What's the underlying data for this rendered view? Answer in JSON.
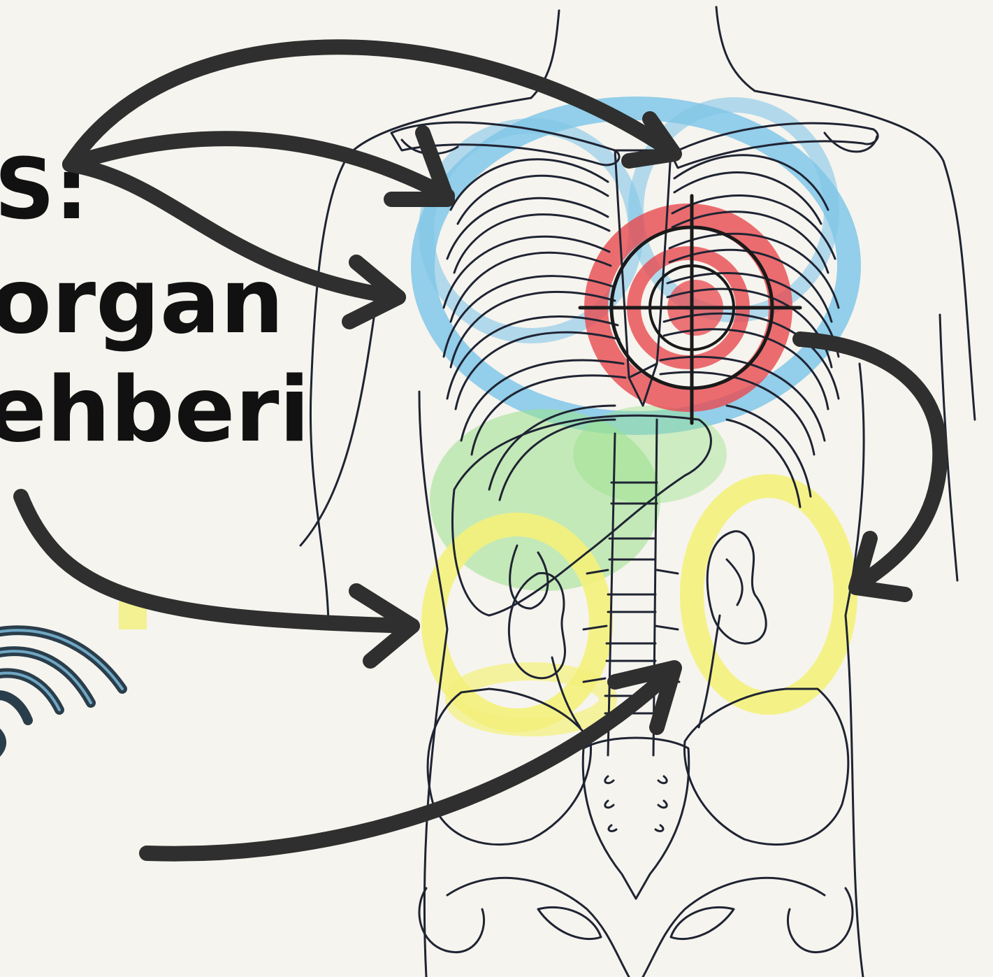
{
  "title": {
    "line1": "S:",
    "line2": "organ",
    "line3": "ehberi"
  },
  "colors": {
    "paper": "#f6f4ee",
    "ink": "#1f2433",
    "arrow": "#2f2f2f",
    "lungs_highlight": "#5bb8e6",
    "heart_target": "#e84a4f",
    "liver_highlight": "#6fd35f",
    "kidneys_highlight": "#f3ef55",
    "probe_waves": "#3a7fa8"
  },
  "icons": {
    "target": "crosshair-target-icon",
    "probe": "ultrasound-waves-icon"
  }
}
